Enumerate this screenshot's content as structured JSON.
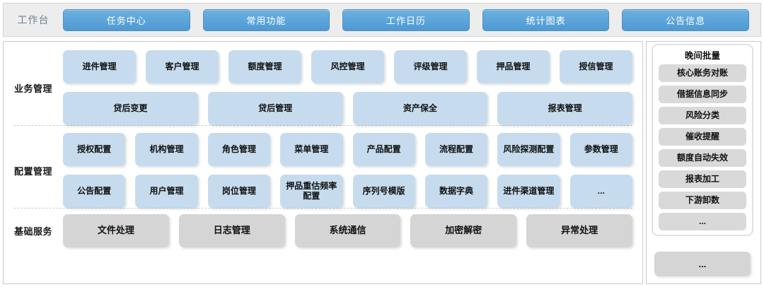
{
  "header": {
    "title": "工作台",
    "tabs": [
      {
        "label": "任务中心"
      },
      {
        "label": "常用功能"
      },
      {
        "label": "工作日历"
      },
      {
        "label": "统计图表"
      },
      {
        "label": "公告信息"
      }
    ],
    "bg_color": "#ededed",
    "tab_color": "#4f9ad4"
  },
  "sections": [
    {
      "label": "业务管理",
      "rows": [
        [
          {
            "label": "进件管理"
          },
          {
            "label": "客户管理"
          },
          {
            "label": "额度管理"
          },
          {
            "label": "风控管理"
          },
          {
            "label": "评级管理"
          },
          {
            "label": "押品管理"
          },
          {
            "label": "授信管理"
          }
        ],
        [
          {
            "label": "贷后变更"
          },
          {
            "label": "贷后管理"
          },
          {
            "label": "资产保全"
          },
          {
            "label": "报表管理"
          }
        ]
      ]
    },
    {
      "label": "配置管理",
      "rows": [
        [
          {
            "label": "授权配置"
          },
          {
            "label": "机构管理"
          },
          {
            "label": "角色管理"
          },
          {
            "label": "菜单管理"
          },
          {
            "label": "产品配置"
          },
          {
            "label": "流程配置"
          },
          {
            "label": "风险探测配置"
          },
          {
            "label": "参数管理"
          }
        ],
        [
          {
            "label": "公告配置"
          },
          {
            "label": "用户管理"
          },
          {
            "label": "岗位管理"
          },
          {
            "label": "押品重估频率配置"
          },
          {
            "label": "序列号模版"
          },
          {
            "label": "数据字典"
          },
          {
            "label": "进件渠道管理"
          },
          {
            "label": "..."
          }
        ]
      ]
    },
    {
      "label": "基础服务",
      "rows": [
        [
          {
            "label": "文件处理"
          },
          {
            "label": "日志管理"
          },
          {
            "label": "系统通信"
          },
          {
            "label": "加密解密"
          },
          {
            "label": "异常处理"
          }
        ]
      ]
    }
  ],
  "sidebar": {
    "title": "晚间批量",
    "items": [
      {
        "label": "核心账务对账"
      },
      {
        "label": "借据信息同步"
      },
      {
        "label": "风险分类"
      },
      {
        "label": "催收提醒"
      },
      {
        "label": "额度自动失效"
      },
      {
        "label": "报表加工"
      },
      {
        "label": "下游卸数"
      },
      {
        "label": "..."
      }
    ],
    "extra": {
      "label": "..."
    },
    "module_color": "#d9d9d9"
  },
  "palette": {
    "module_blue": "#c6dcee",
    "module_gray": "#d5d5d5",
    "frame_border": "#c9c9c9"
  }
}
